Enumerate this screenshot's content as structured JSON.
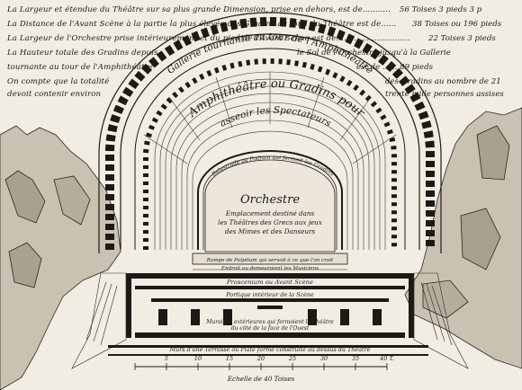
{
  "header": {
    "lines": [
      {
        "left": "La Largeur et étendue du Théâtre sur sa plus grande Dimension, prise en dehors, est de",
        "dots": "...........",
        "value": "56 Toises 3 pieds 3 p"
      },
      {
        "left": "La Distance de l'Avant Scène à la partie la plus élevée des Gradins au fond du Théâtre est de",
        "dots": "......",
        "value": "38 Toises ou 196 pieds"
      },
      {
        "left": "La Largeur de l'Orchestre prise intérieurement et du pied de l'Avant Scène est de",
        "dots": ".............................",
        "value": "22 Toises 3 pieds"
      },
      {
        "left": "La Hauteur totale des Gradins depuis",
        "right": "le Sol de l'Orchestre jusqu'à la Gallerie"
      },
      {
        "left": "tournante au tour de l'Amphithéâtre",
        "right": "est de ......  89 pieds"
      },
      {
        "left": "On compte que la totalité",
        "right": "des Gradins au nombre de 21"
      },
      {
        "left": "devoit contenir environ",
        "right": "trente mille personnes assises"
      }
    ]
  },
  "labels": {
    "gallery": "Gallerie tournante au tour de l'Amphithéâtre",
    "amphi_1": "Amphithéâtre ou Gradins pour",
    "amphi_2": "asseoir les Spectateurs",
    "balustrade": "Balustrade ou Podium qui fermoit les Gradins",
    "orchestre": "Orchestre",
    "orch_desc_1": "Emplacement destiné dans",
    "orch_desc_2": "les Théâtres des Grecs aux jeux",
    "orch_desc_3": "des Mimes et des Danseurs",
    "rampe": "Rampe de Pulpitum qui servoit à ce que l'on croit",
    "endroit": "Endroit ou demeuroient les Musiciens",
    "proscenium": "Proscenium ou Avant Scène",
    "portique": "Portique intérieur de la Scène",
    "murailles_1": "Murailles extérieures qui fermoient le Théâtre",
    "murailles_2": "du côté de la face de l'Ouest",
    "murs": "Murs d'une Terrasse ou Plate forme construite au dessus du Théâtre",
    "scale_caption": "Echelle de 40 Toises",
    "scale_ticks": [
      "5",
      "10",
      "15",
      "20",
      "25",
      "30",
      "35",
      "40 T."
    ]
  }
}
